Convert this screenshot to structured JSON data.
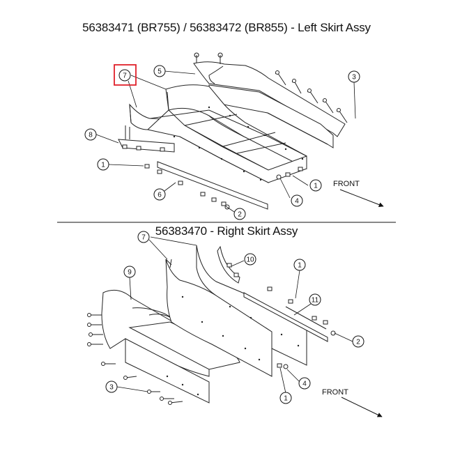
{
  "titles": {
    "top": "56383471 (BR755) / 56383472 (BR855) - Left Skirt Assy",
    "bottom": "56383470 - Right Skirt Assy"
  },
  "direction": {
    "top": "FRONT",
    "bottom": "FRONT"
  },
  "highlight_color": "#e0202a",
  "callouts": {
    "top": [
      "7",
      "5",
      "3",
      "8",
      "1",
      "6",
      "4",
      "1",
      "2"
    ],
    "bottom": [
      "7",
      "10",
      "9",
      "1",
      "11",
      "2",
      "3",
      "4",
      "1"
    ]
  }
}
